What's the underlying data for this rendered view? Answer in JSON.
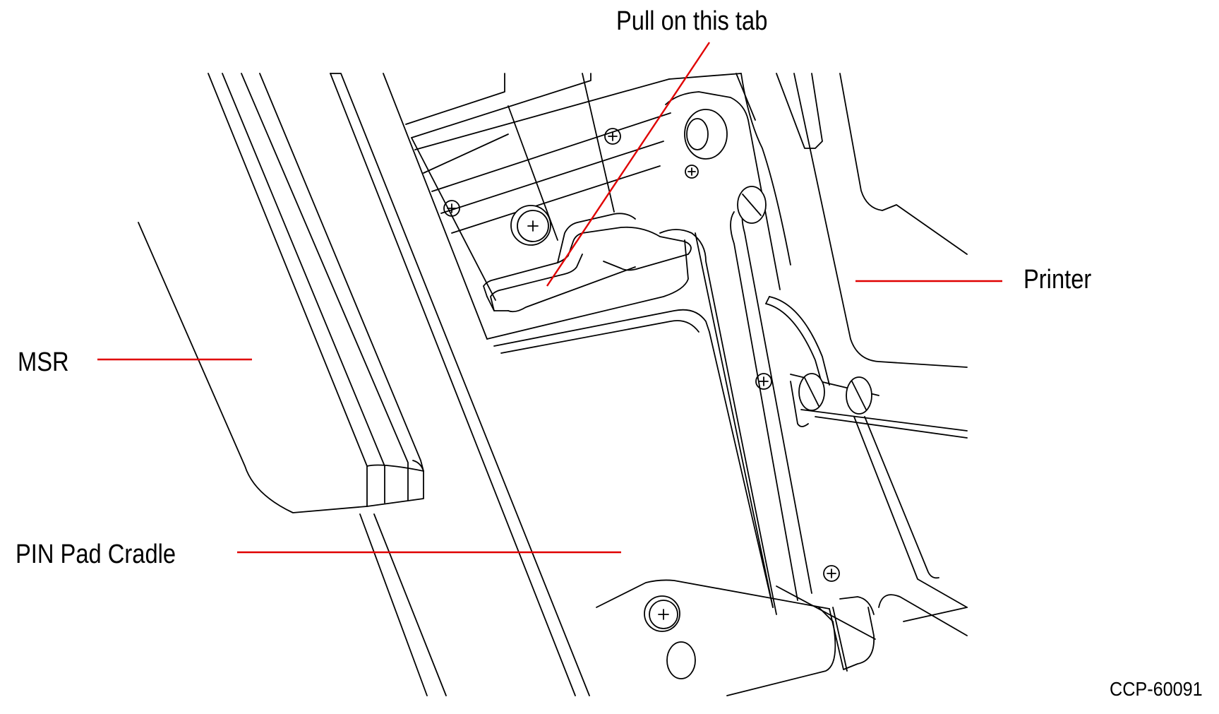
{
  "figure": {
    "callouts": {
      "tab": {
        "label": "Pull on this tab"
      },
      "printer": {
        "label": "Printer"
      },
      "msr": {
        "label": "MSR"
      },
      "pinpad": {
        "label": "PIN Pad Cradle"
      }
    },
    "reference_code": "CCP-60091",
    "colors": {
      "line": "#000000",
      "leader": "#e00000",
      "background": "#ffffff"
    }
  }
}
